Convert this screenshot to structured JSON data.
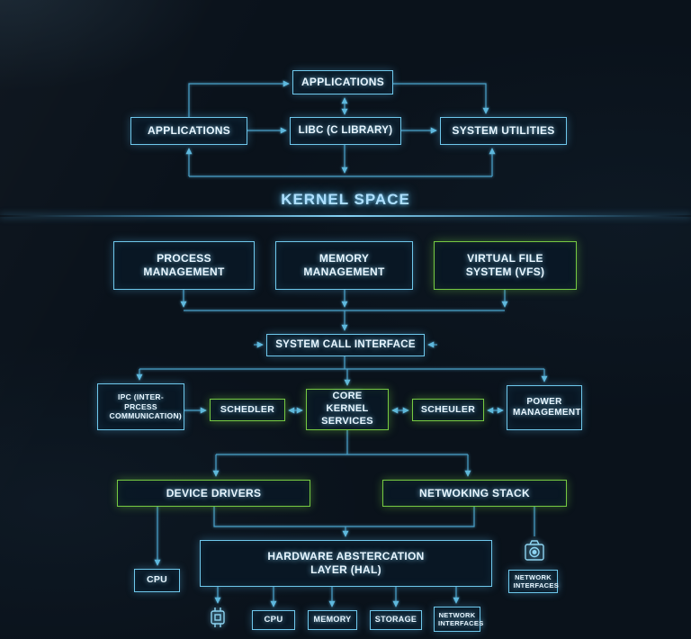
{
  "section": {
    "kernel_space_label": "KERNEL SPACE"
  },
  "nodes": {
    "app_top": {
      "label": "APPLICATIONS"
    },
    "app_left": {
      "label": "APPLICATIONS"
    },
    "libc": {
      "label": "LIBC (C LIBRARY)"
    },
    "system_utilities": {
      "label": "SYSTEM UTILITIES"
    },
    "process_mgmt": {
      "label": "PROCESS MANAGEMENT"
    },
    "memory_mgmt": {
      "label": "MEMORY MANAGEMENT"
    },
    "vfs": {
      "label": "VIRTUAL FILE SYSTEM (VFS)"
    },
    "syscall": {
      "label": "SYSTEM CALL INTERFACE"
    },
    "ipc": {
      "label": "IPC (INTER-PRCESS COMMUNICATION)"
    },
    "scheduler_left": {
      "label": "SCHEDLER"
    },
    "core_kernel": {
      "label": "CORE KERNEL SERVICES"
    },
    "scheduler_right": {
      "label": "SCHEULER"
    },
    "power_mgmt": {
      "label": "POWER MANAGEMENT"
    },
    "device_drivers": {
      "label": "DEVICE DRIVERS"
    },
    "networking_stack": {
      "label": "NETWOKING STACK"
    },
    "cpu_left": {
      "label": "CPU"
    },
    "hal": {
      "label": "HARDWARE ABSTERCATION LAYER (HAL)"
    },
    "network_interfaces_right": {
      "label": "NETWORK INTERFACES"
    },
    "cpu_bottom": {
      "label": "CPU"
    },
    "memory_bottom": {
      "label": "MEMORY"
    },
    "storage_bottom": {
      "label": "STORAGE"
    },
    "network_interfaces_bottom": {
      "label": "NETWORK INTERFACES"
    }
  },
  "icons": {
    "chip": "chip-icon",
    "camera": "camera-icon"
  },
  "colors": {
    "background": "#0a121b",
    "cyan_border": "#6fc8ec",
    "green_border": "#76ca42",
    "connector": "#4aa0c8",
    "text": "#e8f6ff",
    "kernel_label": "#aee0ff"
  }
}
